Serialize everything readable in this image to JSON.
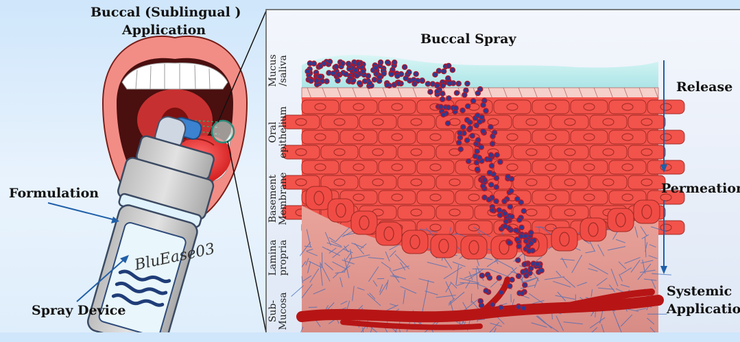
{
  "labels": {
    "application_line1": "Buccal (Sublingual )",
    "application_line2": "Application",
    "formulation": "Formulation",
    "spray_device": "Spray Device",
    "bottle_brand": "BluEase03",
    "buccal_spray": "Buccal Spray",
    "release": "Release",
    "permeation": "Permeation",
    "systemic_line1": "Systemic",
    "systemic_line2": "Application"
  },
  "layers": [
    {
      "line1": "Mucus",
      "line2": "/saliva"
    },
    {
      "line1": "Oral",
      "line2": "epithelium"
    },
    {
      "line1": "Basement",
      "line2": "Membrane"
    },
    {
      "line1": "Lamina",
      "line2": "propria"
    },
    {
      "line1": "Sub-",
      "line2": "Mucosa"
    }
  ],
  "colors": {
    "epithelium": "#f2534b",
    "cell_border": "#9e2a25",
    "mucus": "#bfeff0",
    "particle": "#2f3a8f",
    "particle_edge": "#b0182a",
    "vessel": "#b71515",
    "arrow": "#1f5fa8"
  }
}
